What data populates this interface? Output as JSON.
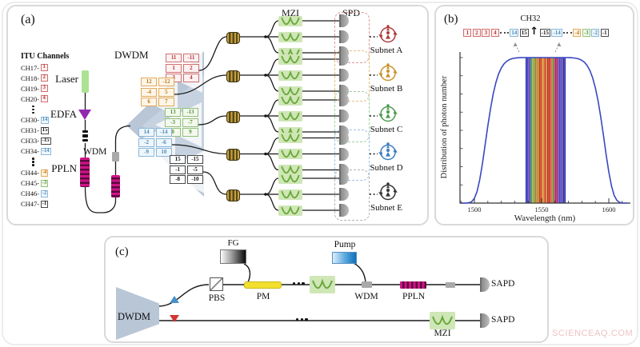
{
  "watermark": "SCIENCEAQ.COM",
  "panel_a": {
    "label": "(a)",
    "itu": {
      "title": "ITU Channels",
      "rows": [
        {
          "ch": "CH17",
          "n": "1",
          "color": "red"
        },
        {
          "ch": "CH18",
          "n": "2",
          "color": "red"
        },
        {
          "ch": "CH19",
          "n": "3",
          "color": "red"
        },
        {
          "ch": "CH20",
          "n": "4",
          "color": "red"
        },
        {
          "type": "dots"
        },
        {
          "ch": "CH30",
          "n": "14",
          "color": "blue"
        },
        {
          "ch": "CH31",
          "n": "15",
          "color": "black"
        },
        {
          "ch": "CH33",
          "n": "-15",
          "color": "black"
        },
        {
          "ch": "CH34",
          "n": "-14",
          "color": "blue"
        },
        {
          "type": "dots"
        },
        {
          "ch": "CH44",
          "n": "-4",
          "color": "orange"
        },
        {
          "ch": "CH45",
          "n": "-3",
          "color": "green"
        },
        {
          "ch": "CH46",
          "n": "-2",
          "color": "blue"
        },
        {
          "ch": "CH47",
          "n": "-1",
          "color": "black"
        }
      ]
    },
    "components": {
      "laser": "Laser",
      "edfa": "EDFA",
      "ppln": "PPLN",
      "wdm": "WDM",
      "dwdm": "DWDM"
    },
    "headers": {
      "mzi": "MZI",
      "spd": "SPD"
    },
    "subnets": [
      {
        "key": "A",
        "name": "Subnet A",
        "color": "#b03a3a",
        "boxColor": "#e09898",
        "chipColor": "red",
        "channels": [
          [
            "11",
            "-11"
          ],
          [
            "1",
            "2"
          ],
          [
            "3",
            "4"
          ]
        ]
      },
      {
        "key": "B",
        "name": "Subnet B",
        "color": "#c8922a",
        "boxColor": "#e4c27c",
        "chipColor": "orange",
        "channels": [
          [
            "12",
            "-12"
          ],
          [
            "-4",
            "5"
          ],
          [
            "6",
            "7"
          ]
        ]
      },
      {
        "key": "C",
        "name": "Subnet C",
        "color": "#4e9a4e",
        "boxColor": "#9fd09f",
        "chipColor": "green",
        "channels": [
          [
            "13",
            "-13"
          ],
          [
            "-3",
            "-7"
          ],
          [
            "8",
            "9"
          ]
        ]
      },
      {
        "key": "D",
        "name": "Subnet D",
        "color": "#3a7bbf",
        "boxColor": "#9ec2e6",
        "chipColor": "blue",
        "channels": [
          [
            "14",
            "-14"
          ],
          [
            "-2",
            "-6"
          ],
          [
            "-9",
            "10"
          ]
        ]
      },
      {
        "key": "E",
        "name": "Subnet E",
        "color": "#333333",
        "boxColor": "#b3b3b3",
        "chipColor": "black",
        "channels": [
          [
            "15",
            "-15"
          ],
          [
            "-1",
            "-5"
          ],
          [
            "-8",
            "-10"
          ]
        ]
      }
    ]
  },
  "panel_b": {
    "label": "(b)",
    "center_channel": "CH32",
    "arrow": "↑",
    "chips": [
      {
        "label": "1",
        "style": "red"
      },
      {
        "label": "2",
        "style": "red"
      },
      {
        "label": "3",
        "style": "red"
      },
      {
        "label": "4",
        "style": "red"
      },
      {
        "type": "dots"
      },
      {
        "label": "14",
        "style": "blue"
      },
      {
        "label": "15",
        "style": "black"
      },
      {
        "type": "arrow"
      },
      {
        "label": "-15",
        "style": "black"
      },
      {
        "label": "-14",
        "style": "blue"
      },
      {
        "type": "dots"
      },
      {
        "label": "-4",
        "style": "orange"
      },
      {
        "label": "-3",
        "style": "green"
      },
      {
        "label": "-2",
        "style": "blue"
      },
      {
        "label": "-1",
        "style": "black"
      }
    ],
    "chart_data": {
      "type": "area",
      "title": "",
      "xlabel": "Wavelength (nm)",
      "ylabel": "Distribution of photon number",
      "xlim": [
        1487,
        1617
      ],
      "xticks": [
        1500,
        1550,
        1600
      ],
      "minor_tick_step_nm": 10,
      "ylim": [
        0,
        1
      ],
      "grid": false,
      "curve": {
        "shape": "flat-top super-Gaussian",
        "center_nm": 1552.5,
        "flat_top_nm": [
          1525,
          1580
        ],
        "edges_nm": [
          1495,
          1612
        ],
        "color": "#3948c0"
      },
      "channel_band_nm": [
        1538,
        1568
      ],
      "bar_colors": [
        "#2f2fa8",
        "#4646c8",
        "#6a30a8",
        "#3a62c4",
        "#58a044",
        "#7ab648",
        "#e08028",
        "#58a044",
        "#c08030",
        "#e08028",
        "#a84820",
        "#d83020",
        "#e08028",
        "#c8a040",
        "#d83020",
        "#e08028",
        "#a04818",
        "#d83020",
        "#c03050",
        "#e08028",
        "#58a044",
        "#d83020",
        "#8030a0",
        "#c03050",
        "#4646c8",
        "#8030a0",
        "#3a62c4",
        "#6a30a8",
        "#2f2fa8",
        "#3a3ab8"
      ]
    }
  },
  "panel_c": {
    "label": "(c)",
    "labels": {
      "dwdm": "DWDM",
      "pbs": "PBS",
      "fg": "FG",
      "pm": "PM",
      "pump": "Pump",
      "wdm": "WDM",
      "ppln": "PPLN",
      "mzi": "MZI",
      "sapd_top": "SAPD",
      "sapd_bottom": "SAPD"
    }
  }
}
